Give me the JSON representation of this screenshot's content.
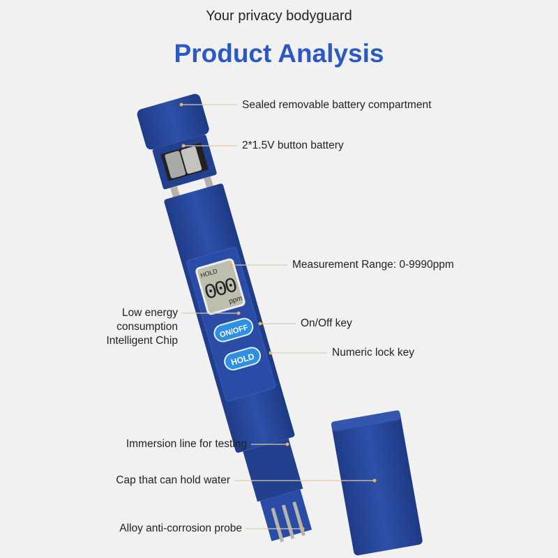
{
  "header": {
    "subtitle": "Your privacy bodyguard",
    "title": "Product Analysis"
  },
  "device": {
    "display": {
      "indicator": "HOLD",
      "reading": "000",
      "unit": "ppm"
    },
    "buttons": {
      "power": "ON/OFF",
      "hold": "HOLD"
    }
  },
  "labels": {
    "battery_compartment": "Sealed removable battery compartment",
    "battery": "2*1.5V button battery",
    "range": "Measurement Range: 0-9990ppm",
    "chip": [
      "Low energy",
      "consumption",
      "Intelligent Chip"
    ],
    "onoff": "On/Off key",
    "lock": "Numeric lock key",
    "immersion": "Immersion line for testing",
    "cap": "Cap that can hold water",
    "probe": "Alloy anti-corrosion probe"
  },
  "colors": {
    "accent": "#2b58c2",
    "device": "#27479a",
    "button": "#2f8fe0",
    "leader": "#e0c9a6"
  }
}
